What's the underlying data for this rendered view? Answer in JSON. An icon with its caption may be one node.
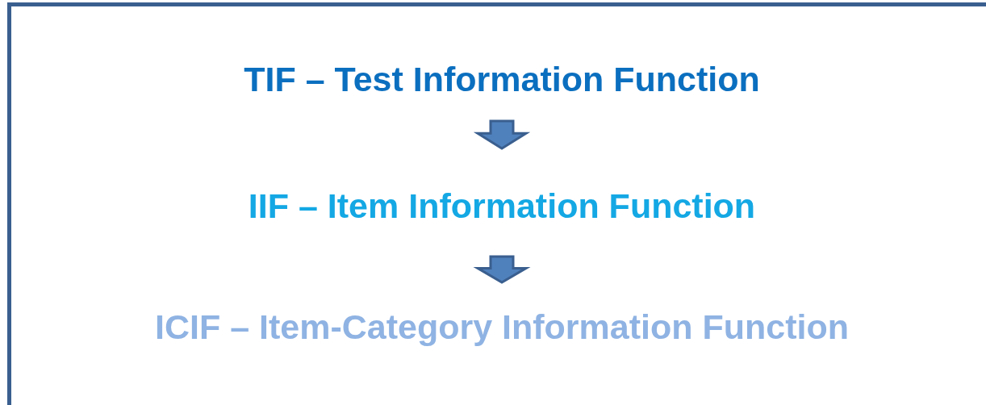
{
  "diagram": {
    "nodes": [
      {
        "text": [
          "TIF – Test Information Function"
        ]
      },
      {
        "text": [
          "IIF – Item Information Function"
        ]
      },
      {
        "text": [
          "ICIF – Item-Category Information Function"
        ]
      }
    ],
    "edges": [
      {
        "from": 0,
        "to": 1,
        "arrow": "to"
      },
      {
        "from": 1,
        "to": 2,
        "arrow": "to"
      }
    ]
  }
}
